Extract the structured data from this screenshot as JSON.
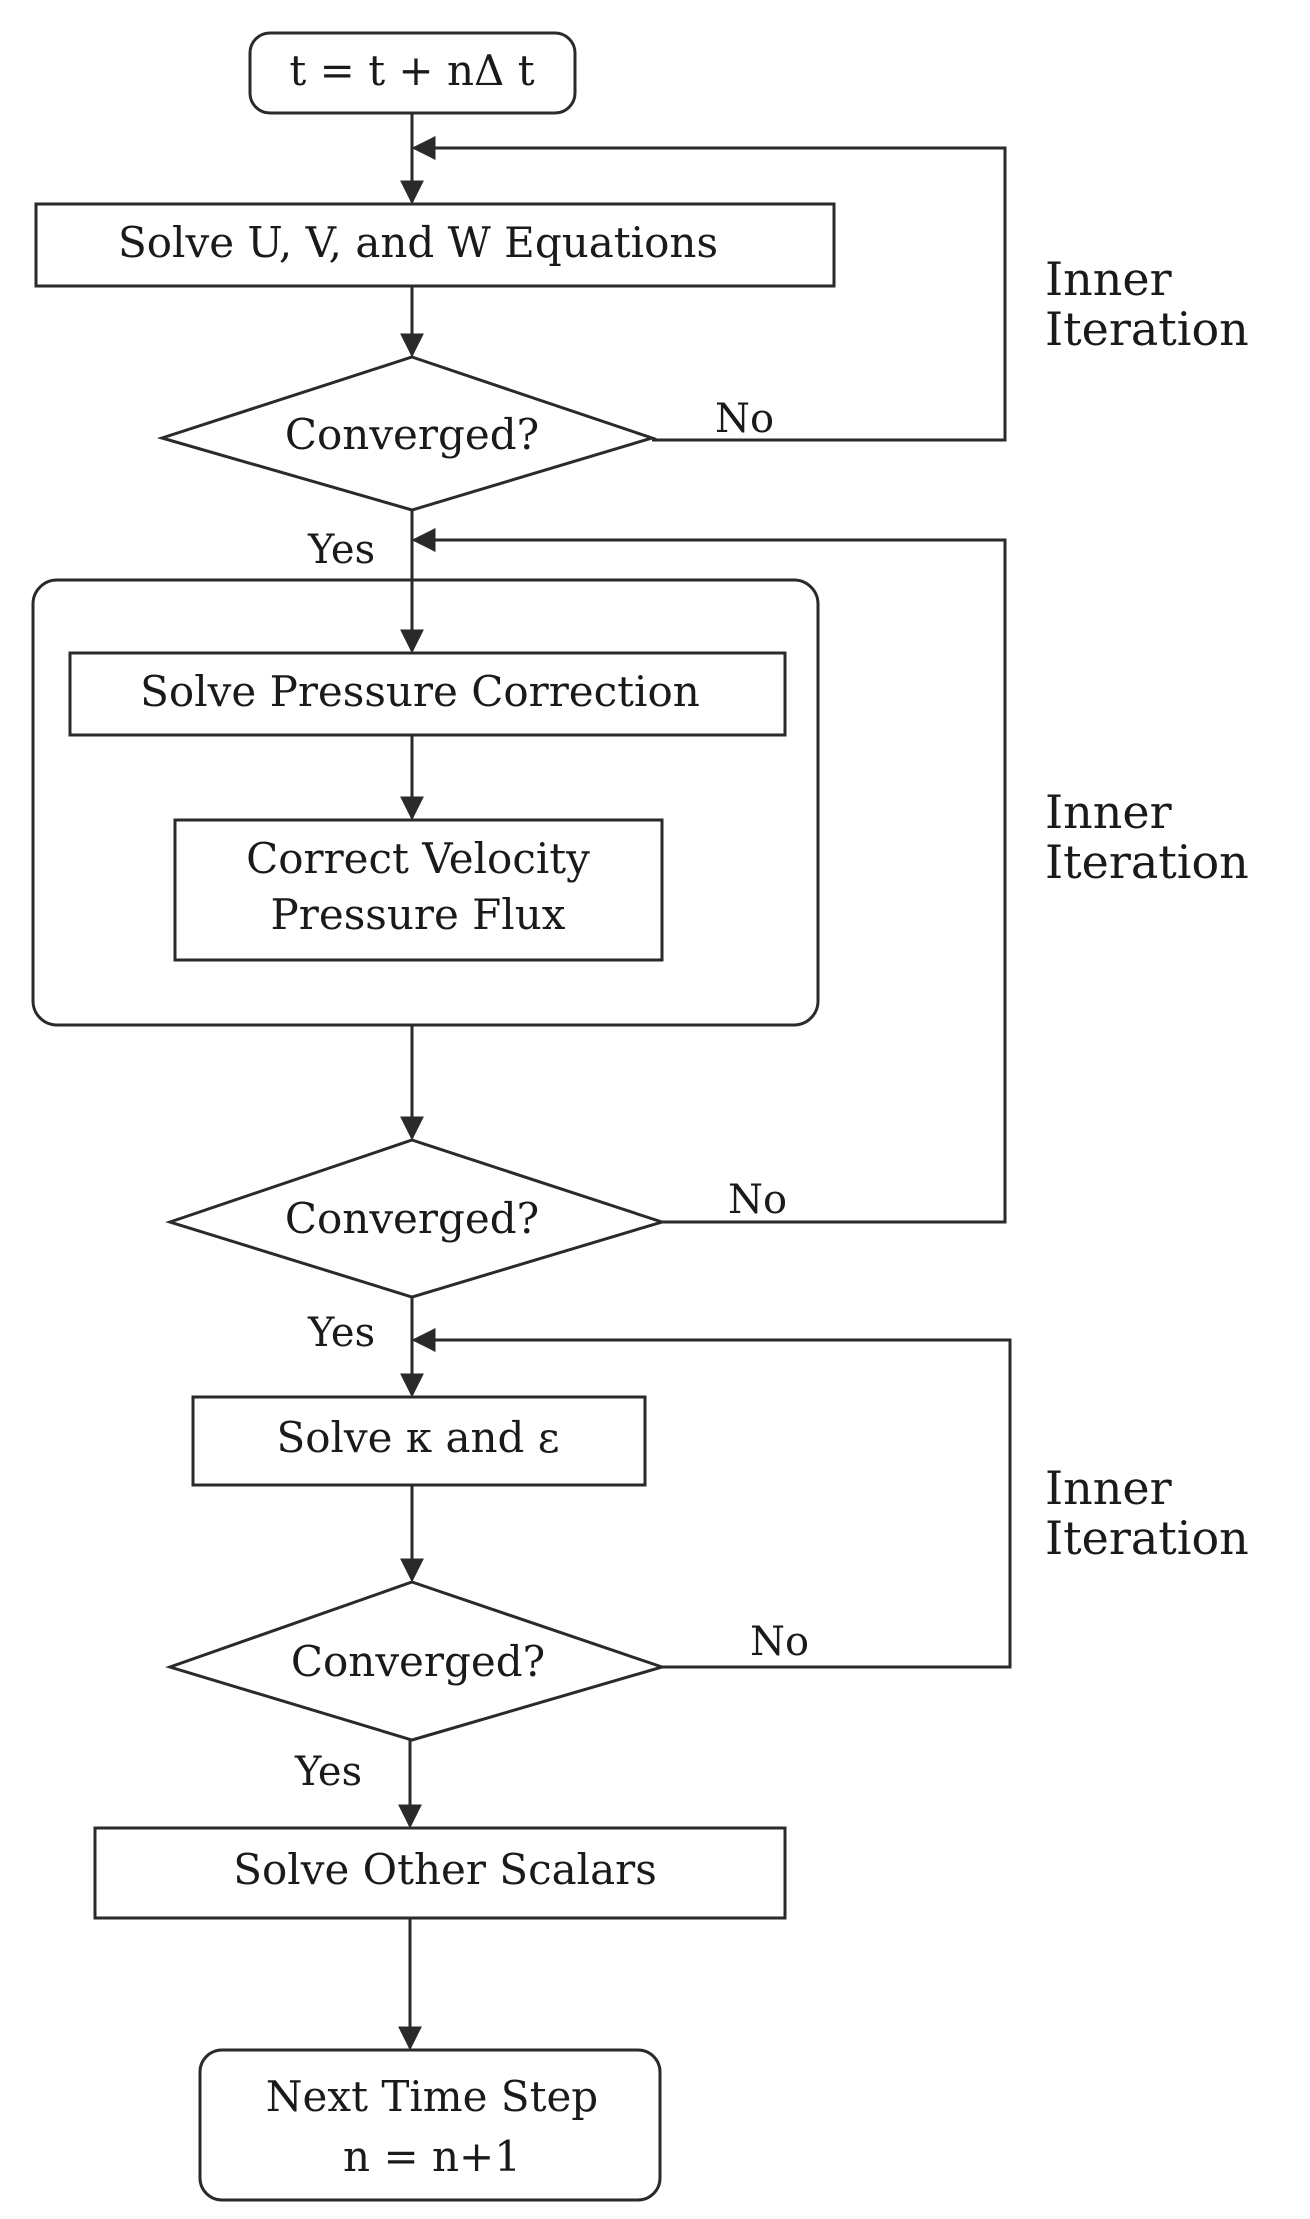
{
  "nodes": {
    "start": "t = t + nΔ t",
    "solve_uvw": "Solve U, V, and W Equations",
    "converged_1": "Converged?",
    "solve_pressure": "Solve Pressure Correction",
    "correct_line1": "Correct Velocity",
    "correct_line2": "Pressure Flux",
    "converged_2": "Converged?",
    "solve_ke": "Solve κ and ε",
    "converged_3": "Converged?",
    "solve_scalars": "Solve Other Scalars",
    "next_line1": "Next Time Step",
    "next_line2": "n = n+1"
  },
  "edges": {
    "yes_1": "Yes",
    "yes_2": "Yes",
    "yes_3": "Yes",
    "no_1": "No",
    "no_2": "No",
    "no_3": "No"
  },
  "loops": [
    {
      "line1": "Inner",
      "line2": "Iteration"
    },
    {
      "line1": "Inner",
      "line2": "Iteration"
    },
    {
      "line1": "Inner",
      "line2": "Iteration"
    }
  ]
}
